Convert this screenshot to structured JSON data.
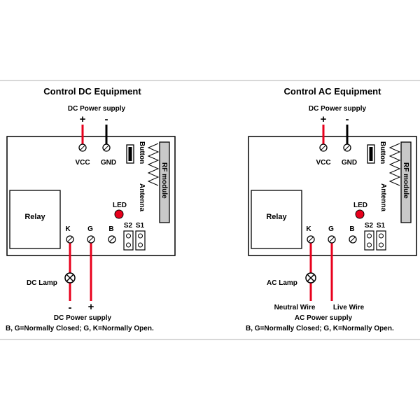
{
  "colors": {
    "wire_red": "#e8001c",
    "wire_black": "#000000",
    "module_fill": "#c8c8c8",
    "led_red": "#e8001c",
    "frame_line": "#b0b0b0"
  },
  "left_panel": {
    "title": "Control DC Equipment",
    "top_supply_label": "DC Power supply",
    "plus_sign": "+",
    "minus_sign": "-",
    "vcc_label": "VCC",
    "gnd_label": "GND",
    "button_label": "Button",
    "rf_module_label": "RF module",
    "antenna_label": "Antenna",
    "relay_label": "Relay",
    "led_label": "LED",
    "terminal_k": "K",
    "terminal_g": "G",
    "terminal_b": "B",
    "switch_s2": "S2",
    "switch_s1": "S1",
    "lamp_label": "DC Lamp",
    "bottom_minus": "-",
    "bottom_plus": "+",
    "bottom_supply_label": "DC Power supply",
    "footnote": "B, G=Normally Closed; G, K=Normally Open."
  },
  "right_panel": {
    "title": "Control AC Equipment",
    "top_supply_label": "DC Power supply",
    "plus_sign": "+",
    "minus_sign": "-",
    "vcc_label": "VCC",
    "gnd_label": "GND",
    "button_label": "Button",
    "rf_module_label": "RF module",
    "antenna_label": "Antenna",
    "relay_label": "Relay",
    "led_label": "LED",
    "terminal_k": "K",
    "terminal_g": "G",
    "terminal_b": "B",
    "switch_s2": "S2",
    "switch_s1": "S1",
    "lamp_label": "AC Lamp",
    "neutral_label": "Neutral Wire",
    "live_label": "Live Wire",
    "bottom_supply_label": "AC Power supply",
    "footnote": "B, G=Normally Closed; G, K=Normally Open."
  }
}
